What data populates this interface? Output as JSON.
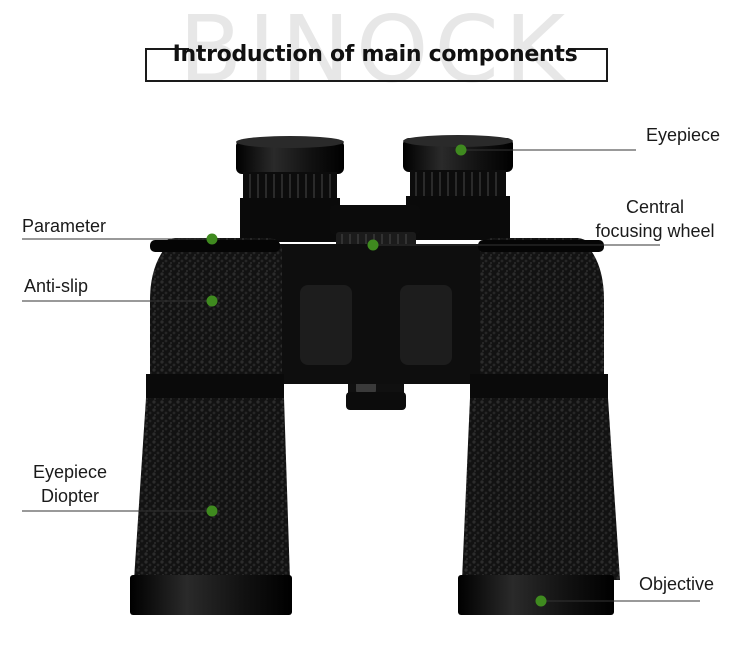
{
  "watermark": "BINOCK",
  "title": "Introduction of main components",
  "labels": {
    "eyepiece": "Eyepiece",
    "central_line1": "Central",
    "central_line2": "focusing wheel",
    "parameter": "Parameter",
    "anti_slip": "Anti-slip",
    "diopter_line1": "Eyepiece",
    "diopter_line2": "Diopter",
    "objective": "Objective"
  },
  "colors": {
    "marker": "#3f8a1f",
    "body": "#0f0f0f",
    "leader_line": "#333333"
  }
}
